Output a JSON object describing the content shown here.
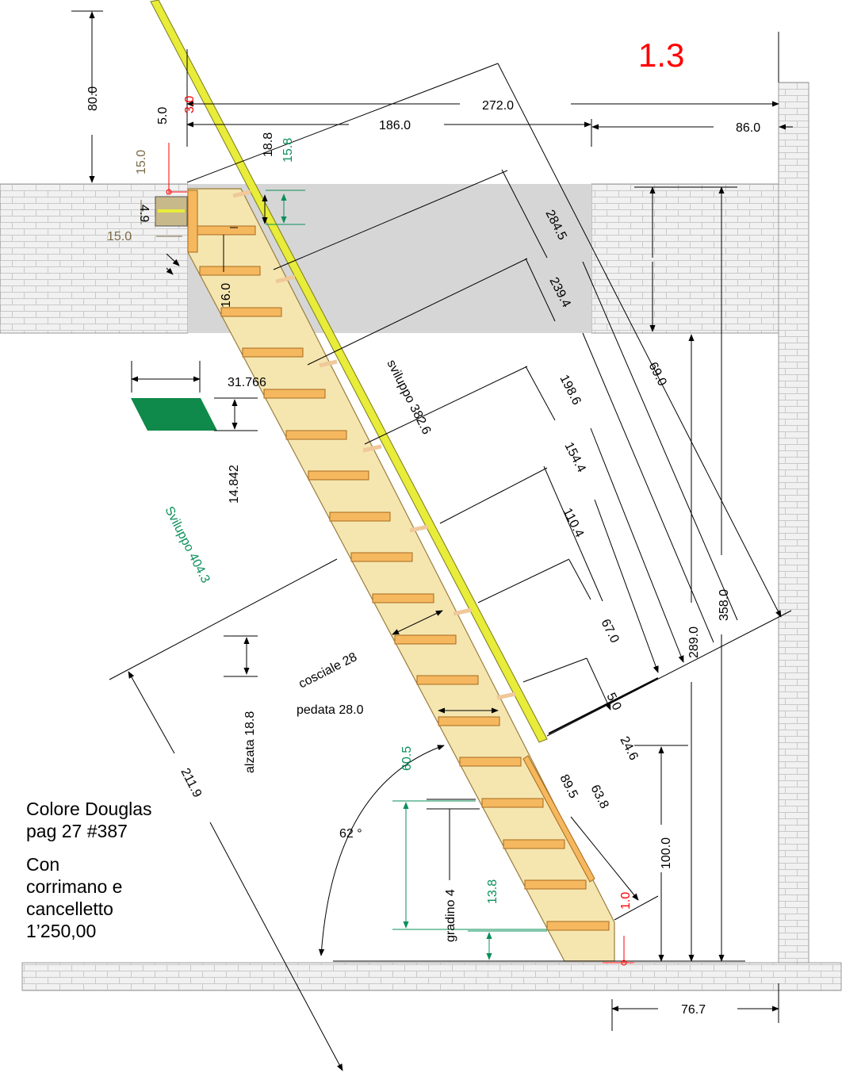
{
  "sheet_number": "1.3",
  "dimensions": {
    "top_80": "80.0",
    "d_5": "5.0",
    "d_3": "3.0",
    "total_272": "272.0",
    "d_186": "186.0",
    "d_86": "86.0",
    "d_18_8": "18.8",
    "d_15_8": "15.8",
    "d_15_a": "15.0",
    "d_15_b": "15.0",
    "d_4_9": "4.9",
    "d_284_5": "284.5",
    "d_239_4": "239.4",
    "d_198_6": "198.6",
    "d_154_4": "154.4",
    "d_110_4": "110.4",
    "d_67": "67.0",
    "d_5b": "5.0",
    "d_69": "69.0",
    "d_289": "289.0",
    "d_358": "358.0",
    "d_24_6": "24.6",
    "d_100": "100.0",
    "d_16": "16.0",
    "d_31_766": "31.766",
    "d_14_842": "14.842",
    "sviluppo_404": "Sviluppo 404.3",
    "sviluppo_382": "sviluppo 382.6",
    "cosciale": "cosciale 28",
    "pedata": "pedata 28.0",
    "alzata": "alzata 18.8",
    "d_211_9": "211.9",
    "d_60_5": "60.5",
    "angle_62": "62 °",
    "d_89_5": "89.5",
    "d_63_8": "63.8",
    "d_1": "1.0",
    "gradino": "gradino 4",
    "d_13_8": "13.8",
    "d_76_7": "76.7"
  },
  "notes": {
    "line1": "Colore Douglas",
    "line2": "pag 27 #387",
    "line3": "Con",
    "line4": "corrimano e",
    "line5": "cancelletto",
    "line6": "1’250,00"
  },
  "colors": {
    "wood": "#f5e6b0",
    "tread": "#f5b85f",
    "handrail": "#e8ec3a",
    "wall": "#efefef",
    "opening": "#d6d6d6",
    "green_marker": "#0f8a4a",
    "red_marker": "#ff0000"
  }
}
